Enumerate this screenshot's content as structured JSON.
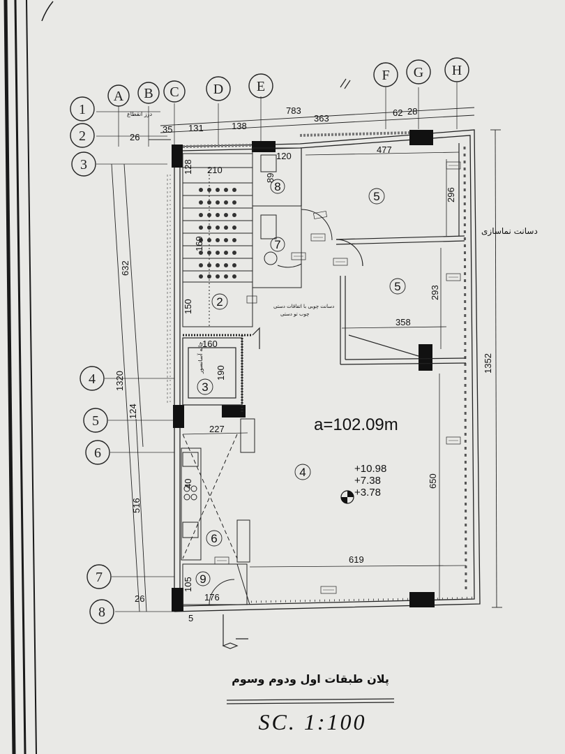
{
  "grid_letters": [
    "A",
    "B",
    "C",
    "D",
    "E",
    "F",
    "G",
    "H"
  ],
  "grid_numbers": [
    "1",
    "2",
    "3",
    "4",
    "5",
    "6",
    "7",
    "8"
  ],
  "dims": {
    "d783": "783",
    "d363": "363",
    "d62": "62",
    "d28": "28",
    "d26": "26",
    "d35": "35",
    "d131": "131",
    "d138": "138",
    "d120": "120",
    "d477": "477",
    "d296": "296",
    "d210": "210",
    "d128": "128",
    "d89": "89",
    "d169": "169",
    "d150": "150",
    "d632": "632",
    "d293": "293",
    "d358": "358",
    "d160": "160",
    "d190": "190",
    "d1320": "1320",
    "d124": "124",
    "d1352": "1352",
    "d227": "227",
    "d516": "516",
    "d650": "650",
    "d40": "40",
    "d619": "619",
    "d105": "105",
    "d26b": "26",
    "d5": "5",
    "d176": "176"
  },
  "rooms": [
    "5",
    "5",
    "2",
    "3",
    "4",
    "6",
    "7",
    "8",
    "9"
  ],
  "area_label": "a=102.09m",
  "levels": [
    "+10.98",
    "+7.38",
    "+3.78"
  ],
  "notes": {
    "top_left": "درز انقطاع",
    "right_side": "دسانت نماسازی",
    "stair_label": "دسانت چوبی با اتفاقات دستی",
    "stair_label2": "چوب تو دستی",
    "elevator": "چاله آسانسور"
  },
  "title": "پلان طبقات اول ودوم وسوم",
  "scale": "SC.   1:100"
}
